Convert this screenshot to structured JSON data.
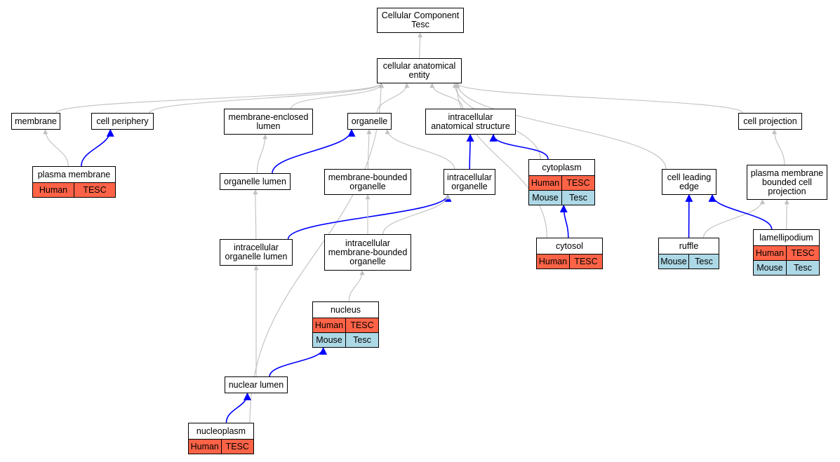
{
  "graph": {
    "colors": {
      "is_a": "#c0c0c0",
      "part_of": "#0000ff",
      "human": "#ff6347",
      "mouse": "#add8e6"
    },
    "nodes": {
      "root": {
        "title": "Cellular Component\nTesc"
      },
      "cae": {
        "title": "cellular anatomical\nentity"
      },
      "membrane": {
        "title": "membrane"
      },
      "cell_periphery": {
        "title": "cell periphery"
      },
      "membrane_enclosed_lumen": {
        "title": "membrane-enclosed\nlumen"
      },
      "organelle": {
        "title": "organelle"
      },
      "intracellular_structure": {
        "title": "intracellular\nanatomical structure"
      },
      "cell_projection": {
        "title": "cell projection"
      },
      "plasma_membrane": {
        "title": "plasma membrane",
        "rows": [
          [
            "Human",
            "TESC"
          ]
        ]
      },
      "organelle_lumen": {
        "title": "organelle lumen"
      },
      "membrane_bounded_organelle": {
        "title": "membrane-bounded\norganelle"
      },
      "intracellular_organelle": {
        "title": "intracellular\norganelle"
      },
      "cytoplasm": {
        "title": "cytoplasm",
        "rows": [
          [
            "Human",
            "TESC"
          ],
          [
            "Mouse",
            "Tesc"
          ]
        ]
      },
      "cell_leading_edge": {
        "title": "cell leading\nedge"
      },
      "pm_bounded_projection": {
        "title": "plasma membrane\nbounded cell\nprojection"
      },
      "intracellular_organelle_lumen": {
        "title": "intracellular\norganelle lumen"
      },
      "intracellular_mb_organelle": {
        "title": "intracellular\nmembrane-bounded\norganelle"
      },
      "cytosol": {
        "title": "cytosol",
        "rows": [
          [
            "Human",
            "TESC"
          ]
        ]
      },
      "ruffle": {
        "title": "ruffle",
        "rows": [
          [
            "Mouse",
            "Tesc"
          ]
        ]
      },
      "lamellipodium": {
        "title": "lamellipodium",
        "rows": [
          [
            "Human",
            "TESC"
          ],
          [
            "Mouse",
            "Tesc"
          ]
        ]
      },
      "nucleus": {
        "title": "nucleus",
        "rows": [
          [
            "Human",
            "TESC"
          ],
          [
            "Mouse",
            "Tesc"
          ]
        ]
      },
      "nuclear_lumen": {
        "title": "nuclear lumen"
      },
      "nucleoplasm": {
        "title": "nucleoplasm",
        "rows": [
          [
            "Human",
            "TESC"
          ]
        ]
      }
    },
    "edges": [
      {
        "from": "cae",
        "to": "root",
        "type": "is_a"
      },
      {
        "from": "membrane",
        "to": "cae",
        "type": "is_a"
      },
      {
        "from": "cell_periphery",
        "to": "cae",
        "type": "is_a"
      },
      {
        "from": "membrane_enclosed_lumen",
        "to": "cae",
        "type": "is_a"
      },
      {
        "from": "organelle",
        "to": "cae",
        "type": "is_a"
      },
      {
        "from": "intracellular_structure",
        "to": "cae",
        "type": "is_a"
      },
      {
        "from": "cytoplasm",
        "to": "cae",
        "type": "is_a"
      },
      {
        "from": "cytosol",
        "to": "cae",
        "type": "is_a"
      },
      {
        "from": "cell_leading_edge",
        "to": "cae",
        "type": "is_a"
      },
      {
        "from": "cell_projection",
        "to": "cae",
        "type": "is_a"
      },
      {
        "from": "nucleoplasm",
        "to": "cae",
        "type": "is_a"
      },
      {
        "from": "plasma_membrane",
        "to": "membrane",
        "type": "is_a"
      },
      {
        "from": "plasma_membrane",
        "to": "cell_periphery",
        "type": "part_of"
      },
      {
        "from": "organelle_lumen",
        "to": "membrane_enclosed_lumen",
        "type": "is_a"
      },
      {
        "from": "organelle_lumen",
        "to": "organelle",
        "type": "part_of"
      },
      {
        "from": "membrane_bounded_organelle",
        "to": "organelle",
        "type": "is_a"
      },
      {
        "from": "intracellular_organelle",
        "to": "organelle",
        "type": "is_a"
      },
      {
        "from": "intracellular_organelle",
        "to": "intracellular_structure",
        "type": "part_of"
      },
      {
        "from": "cytoplasm",
        "to": "intracellular_structure",
        "type": "part_of"
      },
      {
        "from": "pm_bounded_projection",
        "to": "cell_projection",
        "type": "is_a"
      },
      {
        "from": "intracellular_organelle_lumen",
        "to": "organelle_lumen",
        "type": "is_a"
      },
      {
        "from": "intracellular_organelle_lumen",
        "to": "intracellular_organelle",
        "type": "part_of"
      },
      {
        "from": "intracellular_mb_organelle",
        "to": "membrane_bounded_organelle",
        "type": "is_a"
      },
      {
        "from": "intracellular_mb_organelle",
        "to": "intracellular_organelle",
        "type": "is_a"
      },
      {
        "from": "cytosol",
        "to": "cytoplasm",
        "type": "part_of"
      },
      {
        "from": "ruffle",
        "to": "cell_leading_edge",
        "type": "part_of"
      },
      {
        "from": "ruffle",
        "to": "pm_bounded_projection",
        "type": "is_a"
      },
      {
        "from": "lamellipodium",
        "to": "cell_leading_edge",
        "type": "part_of"
      },
      {
        "from": "lamellipodium",
        "to": "pm_bounded_projection",
        "type": "is_a"
      },
      {
        "from": "nucleus",
        "to": "intracellular_mb_organelle",
        "type": "is_a"
      },
      {
        "from": "nuclear_lumen",
        "to": "intracellular_organelle_lumen",
        "type": "is_a"
      },
      {
        "from": "nuclear_lumen",
        "to": "nucleus",
        "type": "part_of"
      },
      {
        "from": "nucleoplasm",
        "to": "nuclear_lumen",
        "type": "part_of"
      }
    ]
  }
}
